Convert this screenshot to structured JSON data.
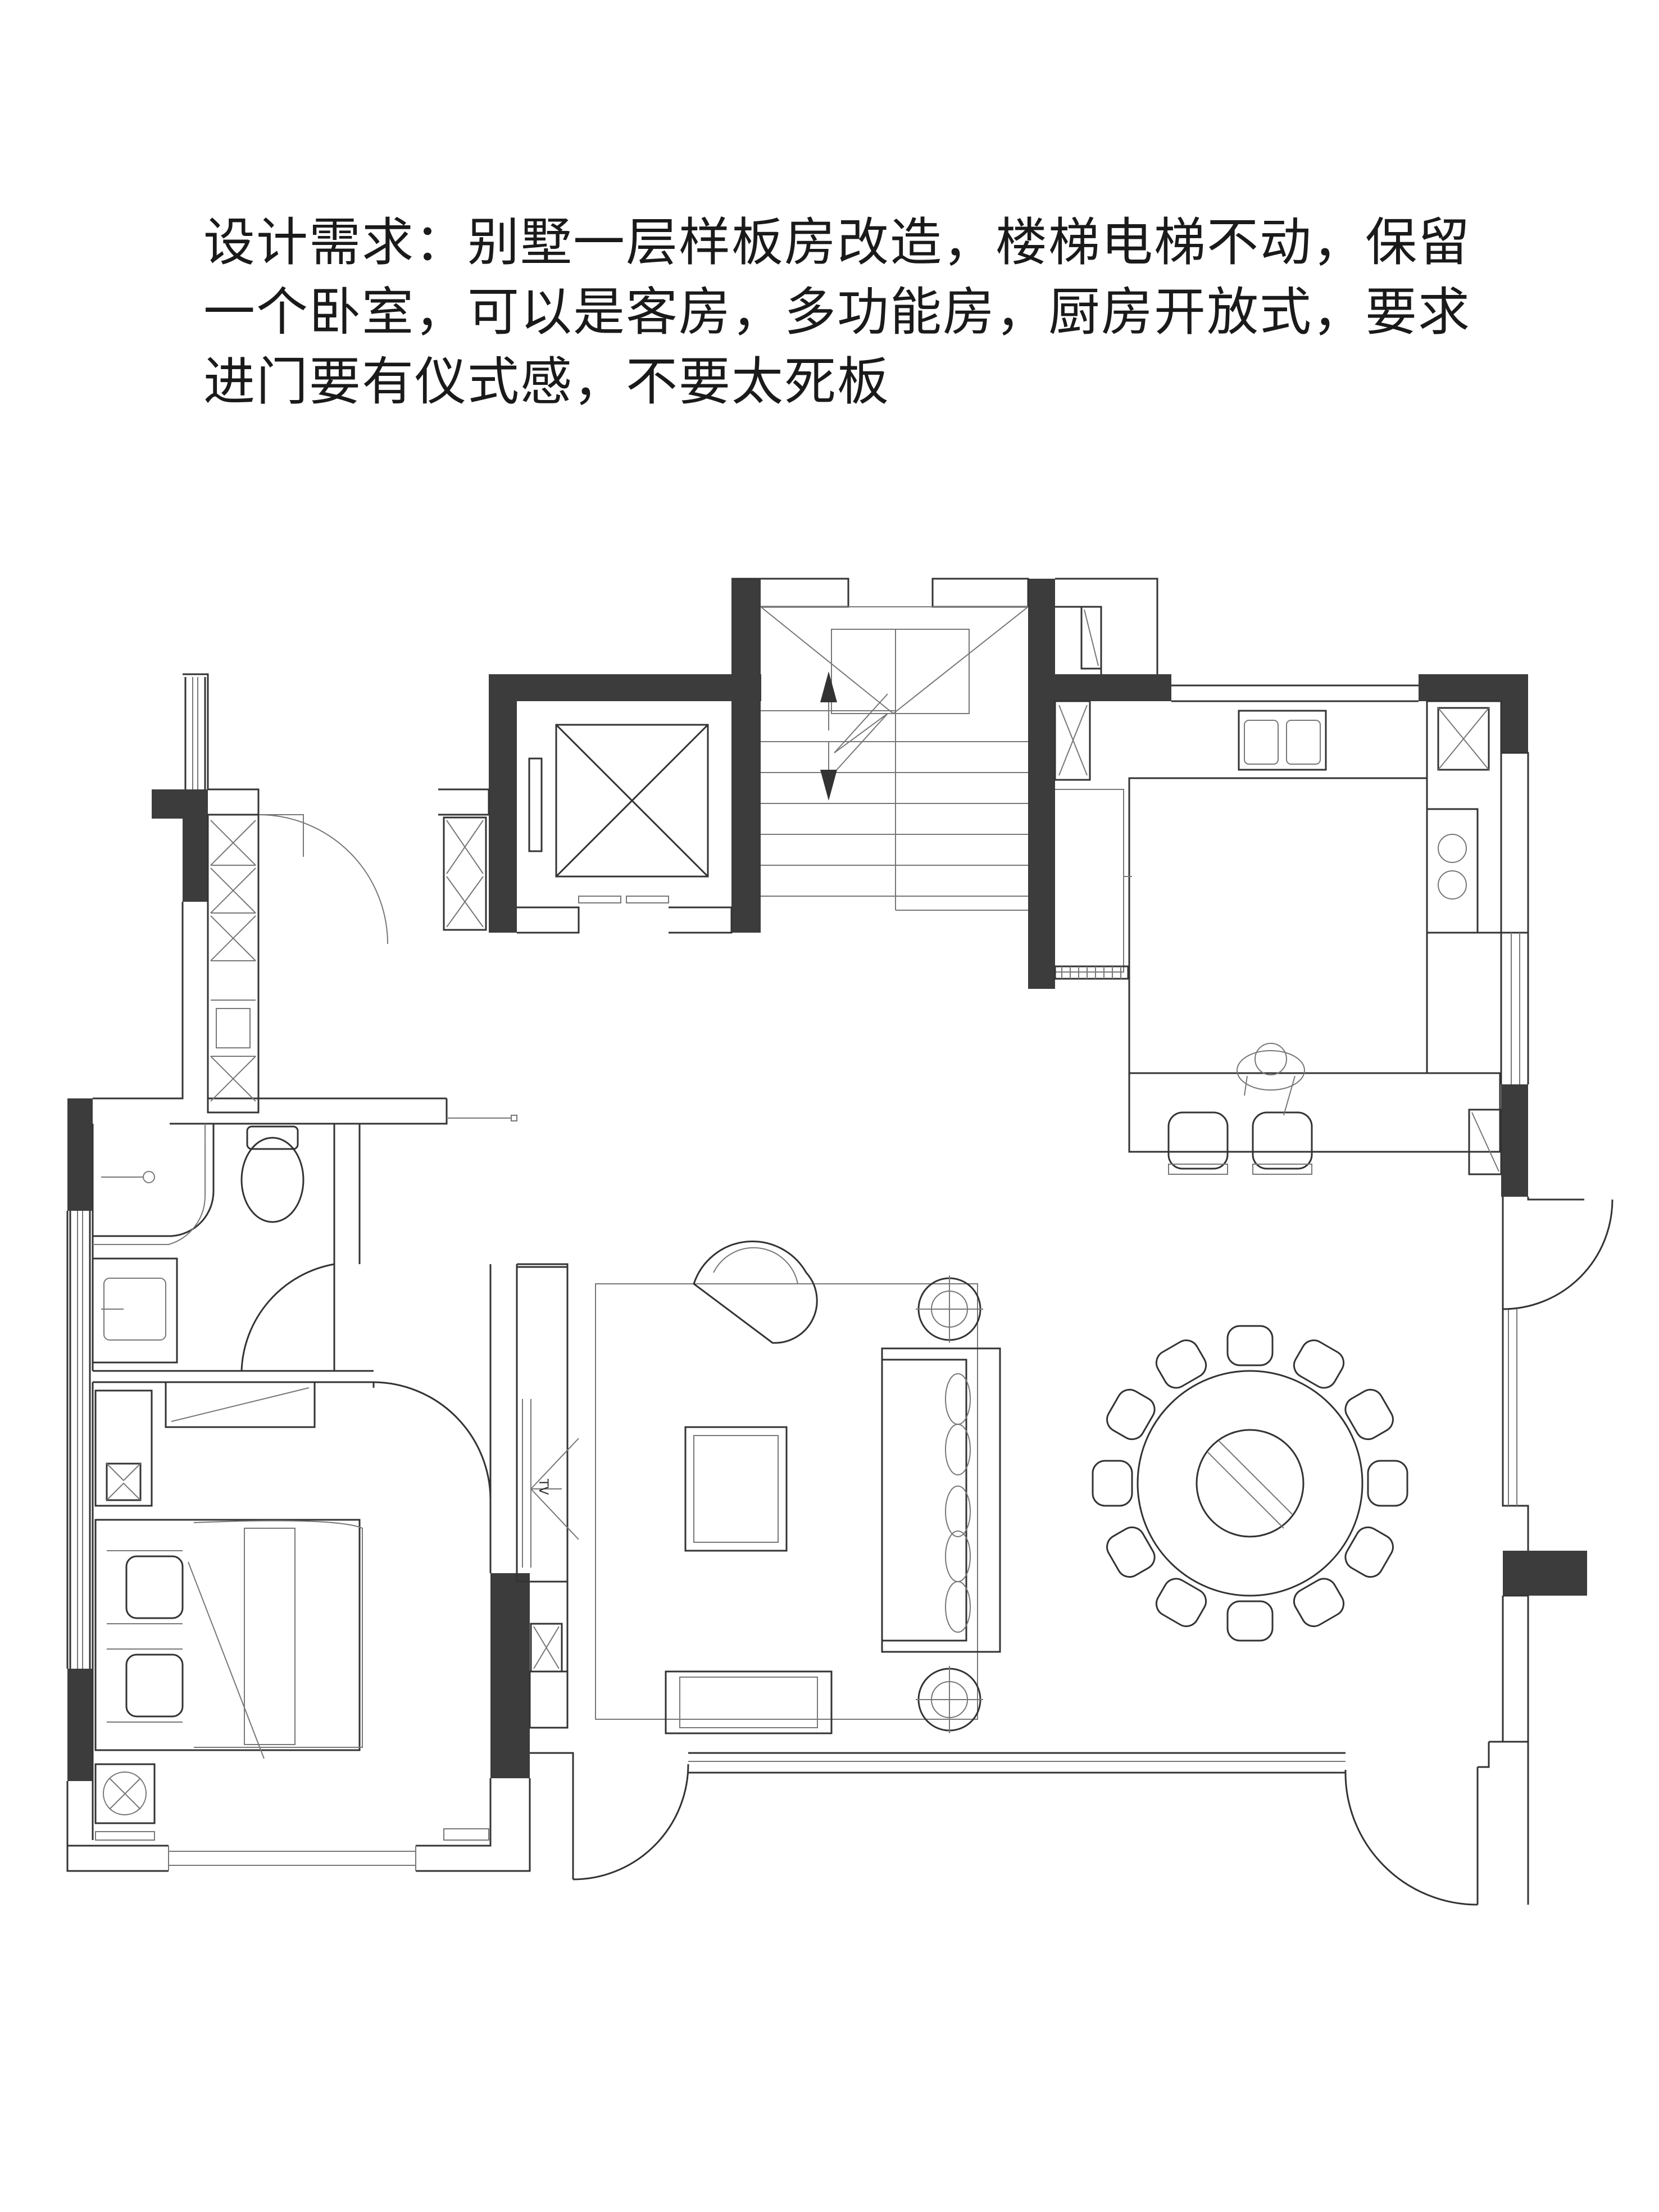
{
  "requirements": {
    "lines": [
      "设计需求：别墅一层样板房改造，楼梯电梯不动，保留",
      "一个卧室，可以是客房，多功能房，厨房开放式，要求",
      "进门要有仪式感，不要太死板"
    ]
  },
  "plan": {
    "tv_mark": "TV",
    "wall_color": "#3c3c3c"
  }
}
